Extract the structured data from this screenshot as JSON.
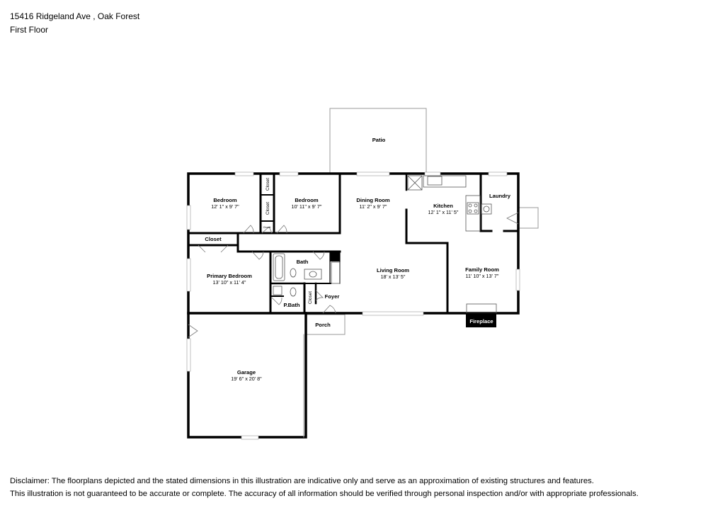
{
  "header": {
    "address": "15416 Ridgeland Ave , Oak Forest",
    "floor": "First Floor"
  },
  "rooms": {
    "patio": {
      "name": "Patio"
    },
    "bedroom1": {
      "name": "Bedroom",
      "dims": "12' 1\" x 9' 7\""
    },
    "closet_a": {
      "name": "Closet"
    },
    "closet_b": {
      "name": "Closet"
    },
    "closet_small": {
      "name": "Closet"
    },
    "bedroom2": {
      "name": "Bedroom",
      "dims": "10' 11\" x 9' 7\""
    },
    "dining": {
      "name": "Dining Room",
      "dims": "11' 2\" x 9' 7\""
    },
    "kitchen": {
      "name": "Kitchen",
      "dims": "12' 1\" x 11' 5\""
    },
    "laundry": {
      "name": "Laundry"
    },
    "primary_closet": {
      "name": "Closet"
    },
    "primary_bedroom": {
      "name": "Primary Bedroom",
      "dims": "13' 10\" x 11' 4\""
    },
    "bath": {
      "name": "Bath"
    },
    "living": {
      "name": "Living Room",
      "dims": "18' x 13' 5\""
    },
    "family": {
      "name": "Family Room",
      "dims": "11' 10\" x 13' 7\""
    },
    "closet_foyer": {
      "name": "Closet"
    },
    "foyer": {
      "name": "Foyer"
    },
    "pbath": {
      "name": "P.Bath"
    },
    "porch": {
      "name": "Porch"
    },
    "fireplace": {
      "name": "Fireplace"
    },
    "garage": {
      "name": "Garage",
      "dims": "19' 6\" x 20' 8\""
    }
  },
  "disclaimer": {
    "line1": "Disclaimer: The floorplans depicted and the stated dimensions in this illustration are indicative only and serve as an approximation of existing structures and features.",
    "line2": "This illustration is not guaranteed to be accurate or complete. The accuracy of all information should be verified through personal inspection and/or with appropriate professionals."
  }
}
